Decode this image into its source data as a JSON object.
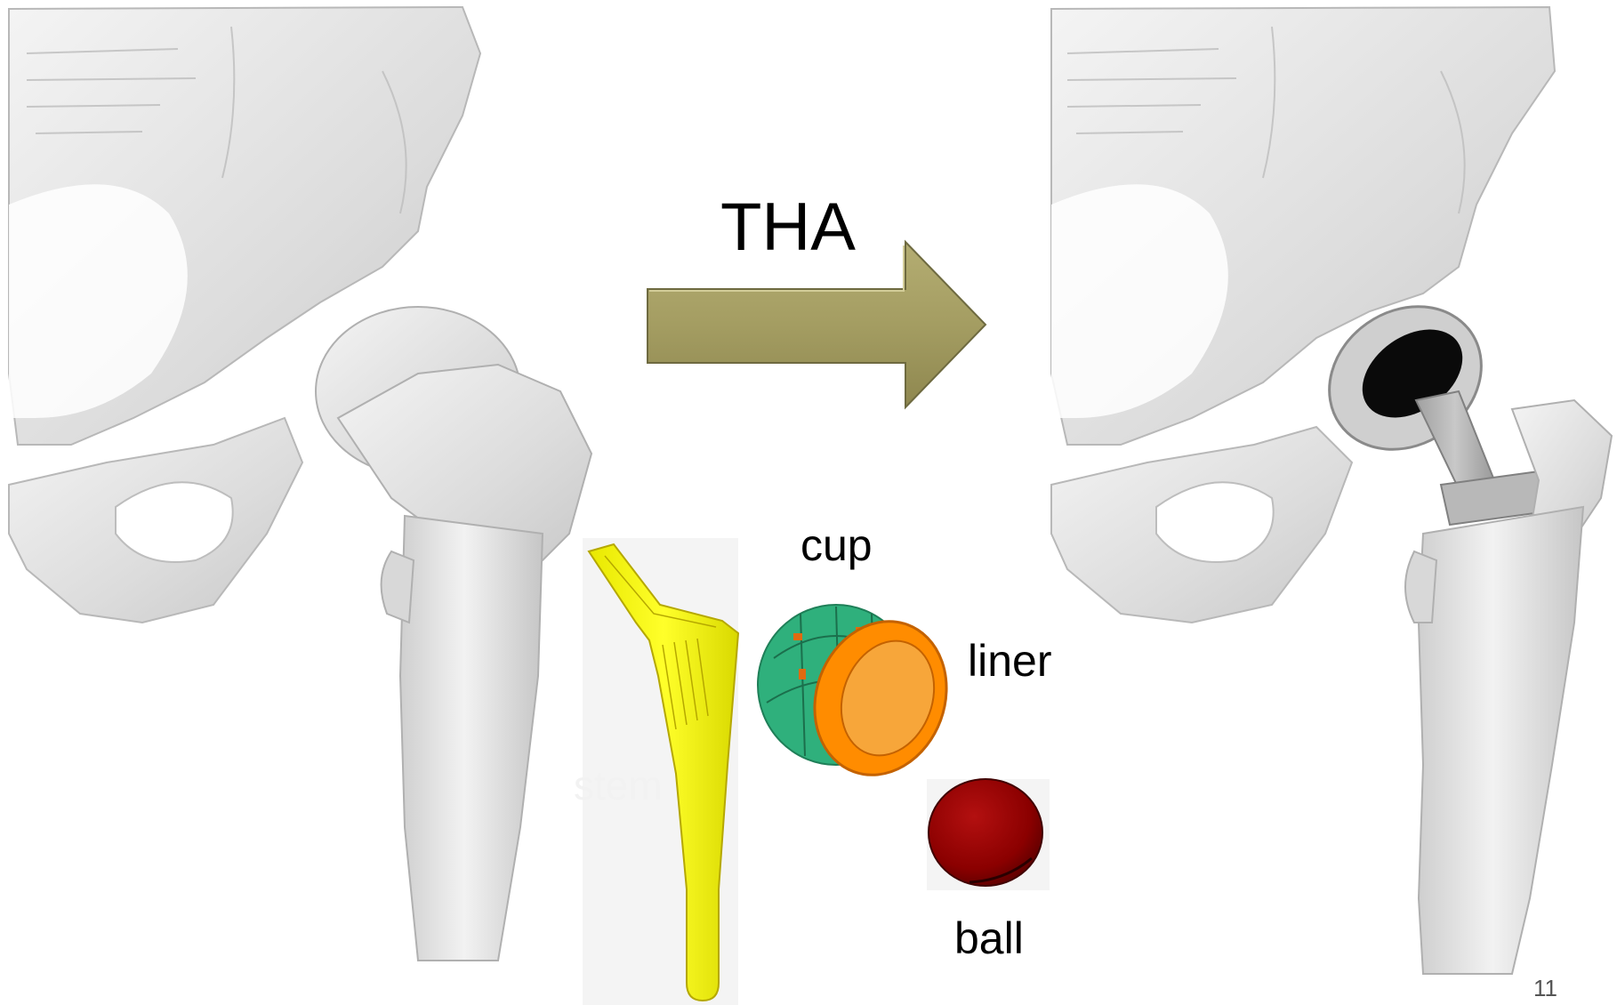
{
  "slide": {
    "arrow_label": "THA",
    "components": {
      "stem": "stem",
      "cup": "cup",
      "liner": "liner",
      "ball": "ball"
    },
    "page_number": "11"
  },
  "colors": {
    "bone": "#e4e4e4",
    "arrow": "#a49d62",
    "stem": "#ffff1a",
    "cup": "#2fb07c",
    "liner": "#ff8c00",
    "ball": "#8b0000",
    "implant_head": "#0a0a0a"
  },
  "icons": {
    "arrow": "right-arrow-icon"
  }
}
